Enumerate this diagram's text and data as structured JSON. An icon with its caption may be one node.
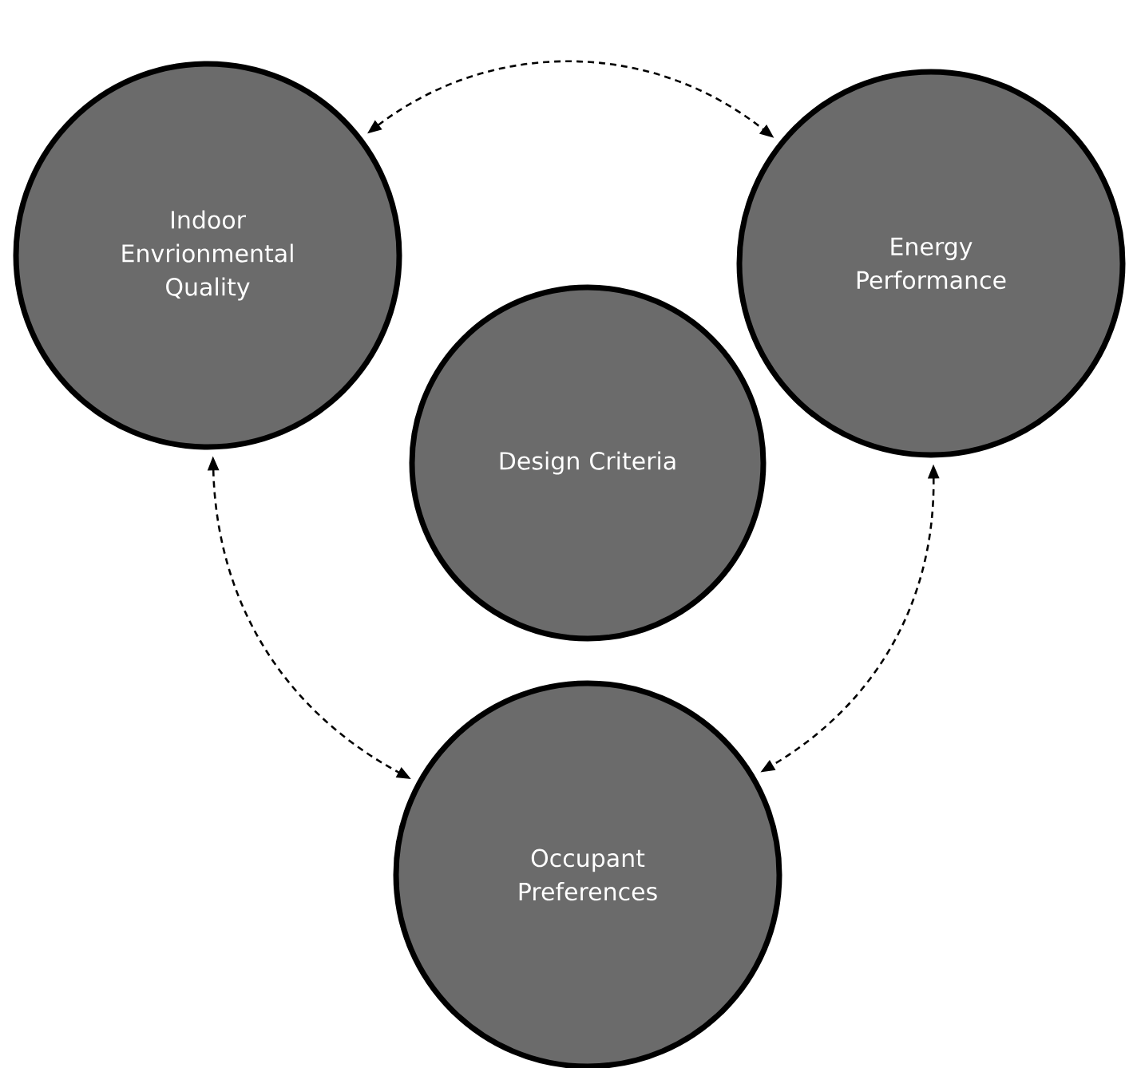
{
  "diagram": {
    "nodes": [
      {
        "text": [
          "Indoor Envrionmental Quality"
        ]
      },
      {
        "text": [
          "Energy Performance"
        ]
      },
      {
        "text": [
          "Design Criteria"
        ]
      },
      {
        "text": [
          "Occupant Preferences"
        ]
      }
    ],
    "edges": [
      {
        "from": 0,
        "to": 1,
        "arrow": "both",
        "style": "dashed"
      },
      {
        "from": 0,
        "to": 3,
        "arrow": "both",
        "style": "dashed"
      },
      {
        "from": 1,
        "to": 3,
        "arrow": "both",
        "style": "dashed"
      }
    ]
  }
}
